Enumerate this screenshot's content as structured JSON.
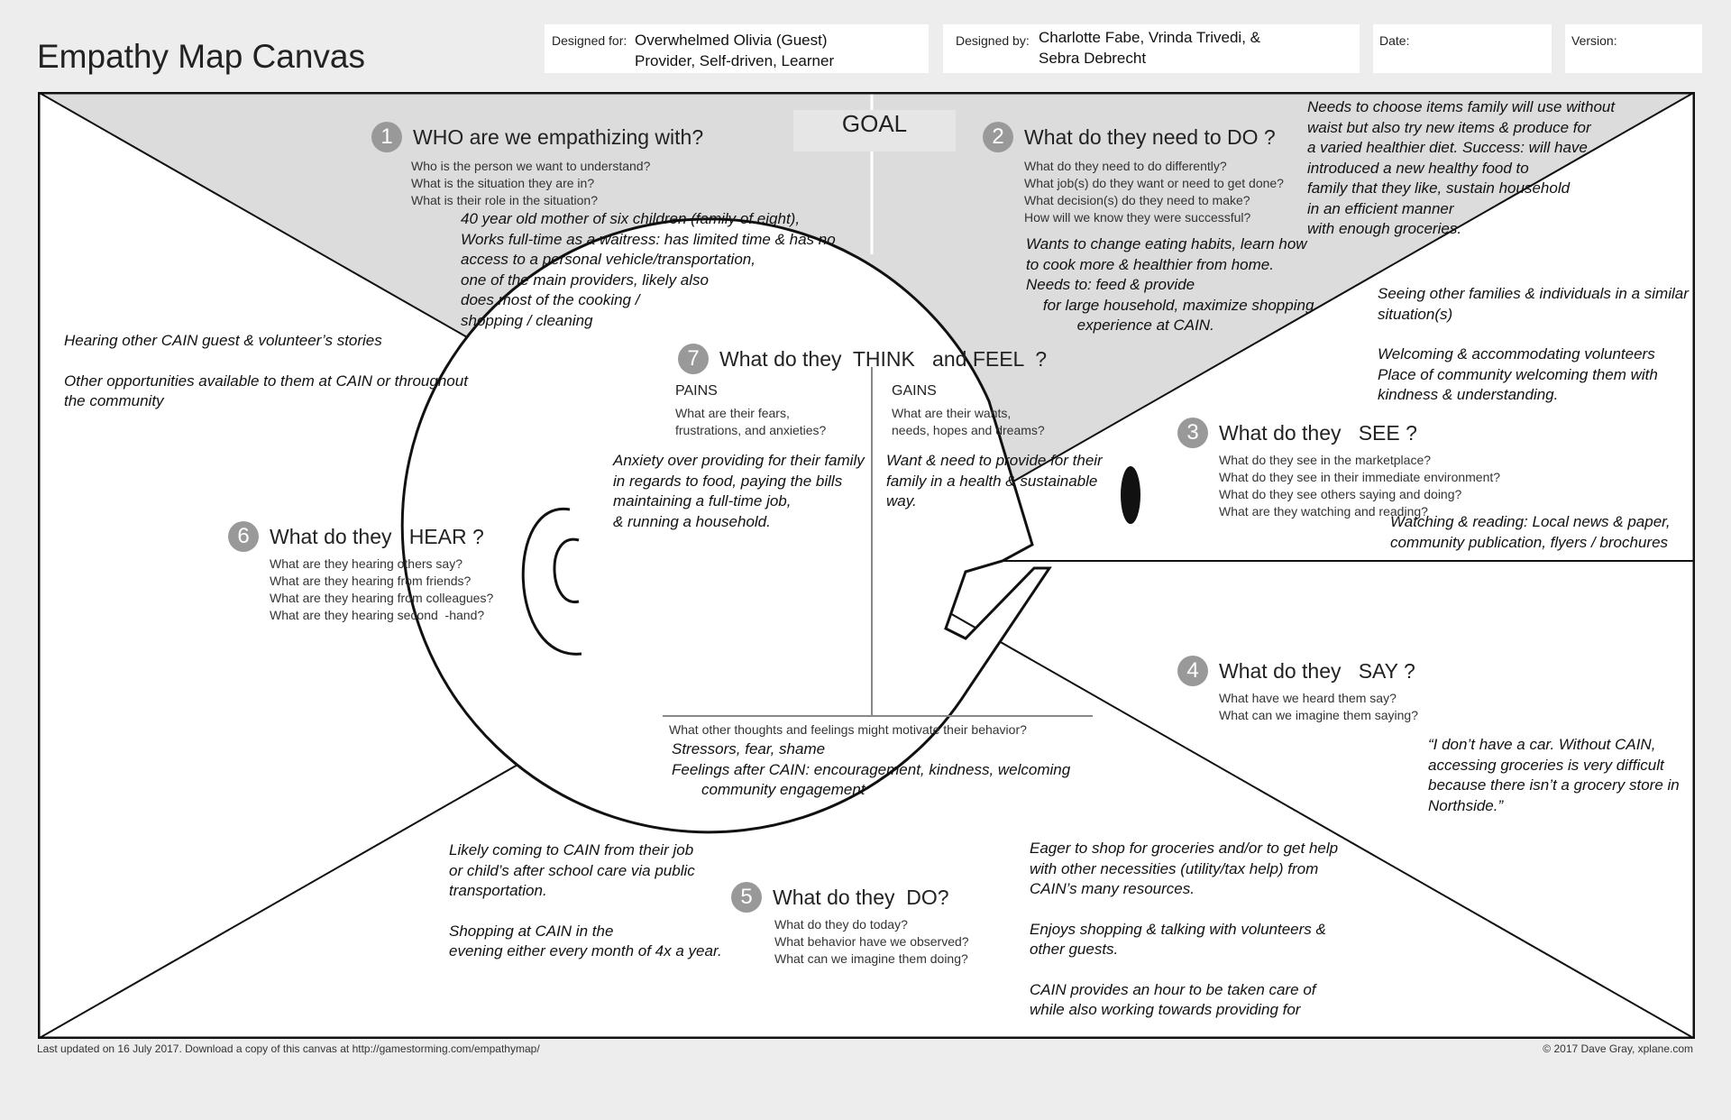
{
  "title": "Empathy Map Canvas",
  "header": {
    "designed_for_label": "Designed for:",
    "designed_for_value": [
      "Overwhelmed Olivia (Guest)",
      "Provider, Self-driven, Learner"
    ],
    "designed_by_label": "Designed by:",
    "designed_by_value": [
      "Charlotte Fabe, Vrinda Trivedi, &",
      "Sebra Debrecht"
    ],
    "date_label": "Date:",
    "version_label": "Version:"
  },
  "goal_label": "GOAL",
  "sections": {
    "who": {
      "number": "1",
      "title": "WHO  are we empathizing with?",
      "prompts": [
        "Who is the person we want to understand?",
        "What is the situation they are in?",
        "What is their role in the situation?"
      ],
      "answer": [
        "40 year old mother of six children (family of eight),",
        "Works full-time as a waitress: has limited time & has no",
        " access to a personal vehicle/transportation,",
        "one of the main providers, likely also",
        "does most of the cooking /",
        "shopping / cleaning"
      ]
    },
    "need": {
      "number": "2",
      "title": "What do they need to DO  ?",
      "prompts": [
        "What do they need to do differently?",
        "What job(s) do they want or need to get done?",
        "What decision(s) do they need to make?",
        "How will we know they were successful?"
      ],
      "answer": [
        "Wants to change eating habits, learn how",
        "to cook more & healthier from home.",
        "Needs to: feed & provide",
        "    for large household, maximize shopping",
        "            experience at CAIN."
      ],
      "answer_right": [
        "Needs to choose items family will use without",
        "waist but also try new items & produce for",
        "a varied healthier diet. Success: will have",
        "introduced a new healthy food to",
        "family that they like, sustain household",
        "in an efficient manner",
        "with enough groceries."
      ]
    },
    "see": {
      "number": "3",
      "title": "What do they   SEE ?",
      "prompts": [
        "What do they see in the marketplace?",
        "What do they see in their immediate environment?",
        "What do they see others saying and doing?",
        "What are they watching and reading?"
      ],
      "answer_top": [
        "Seeing other families & individuals in a similar",
        "situation(s)",
        "",
        "Welcoming & accommodating volunteers",
        "Place of community welcoming them with",
        "kindness & understanding."
      ],
      "answer": [
        "Watching & reading: Local news & paper,",
        "community publication, flyers / brochures"
      ]
    },
    "say": {
      "number": "4",
      "title": "What do they   SAY ?",
      "prompts": [
        "What have we heard them say?",
        "What can we imagine them saying?"
      ],
      "answer": [
        "“I don’t have a car. Without CAIN,",
        "accessing groceries is very difficult",
        "because there isn’t a grocery store in",
        "Northside.”"
      ]
    },
    "do": {
      "number": "5",
      "title": "What do they  DO?",
      "prompts": [
        "What do they do today?",
        "What behavior have we observed?",
        "What can we imagine them doing?"
      ],
      "answer_left": [
        "Likely coming to CAIN from their job",
        "or child’s after school care via public",
        "transportation.",
        "",
        "Shopping at CAIN in the",
        "evening either every month of 4x a year."
      ],
      "answer_right": [
        "Eager to shop for groceries and/or to get help",
        "with other necessities (utility/tax help) from",
        "CAIN’s many resources.",
        "",
        "Enjoys shopping & talking with volunteers &",
        "other guests.",
        "",
        "CAIN provides an hour to be taken care of",
        "while also working towards providing for"
      ]
    },
    "hear": {
      "number": "6",
      "title": "What do they   HEAR ?",
      "prompts": [
        "What are they hearing others say?",
        "What are they hearing from friends?",
        "What are they hearing from colleagues?",
        "What are they hearing second  -hand?"
      ],
      "answer": [
        "Hearing other CAIN guest & volunteer’s stories",
        "",
        "Other opportunities available to them at CAIN or throughout",
        "the community"
      ]
    },
    "think": {
      "number": "7",
      "title": "What do they  THINK   and FEEL  ?",
      "pains_label": "PAINS",
      "pains_prompts": [
        "What are their fears,",
        "frustrations, and anxieties?"
      ],
      "pains_answer": [
        "Anxiety over providing for their family",
        "in regards to food, paying the bills",
        "maintaining a full-time job,",
        "& running a household."
      ],
      "gains_label": "GAINS",
      "gains_prompts": [
        "What are their wants,",
        "needs, hopes and dreams?"
      ],
      "gains_answer": [
        "Want & need to provide for their",
        "family in a health & sustainable",
        "way."
      ],
      "other_prompt": "What other thoughts and feelings might motivate their behavior?",
      "other_answer": [
        "Stressors, fear, shame",
        "Feelings after CAIN: encouragement, kindness, welcoming",
        "       community engagement"
      ]
    }
  },
  "footer": {
    "left": "Last updated on 16 July 2017. Download a copy of this canvas at http://gamestorming.com/empathymap/",
    "right": "© 2017 Dave Gray, xplane.com"
  }
}
